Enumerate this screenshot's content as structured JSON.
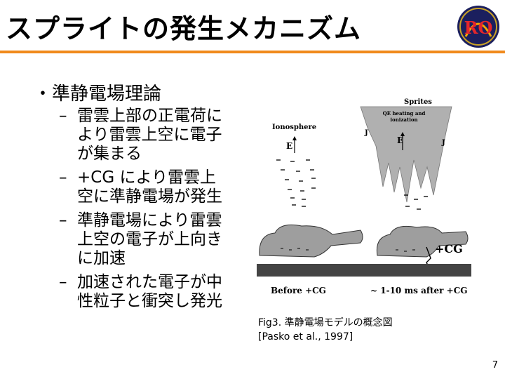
{
  "slide": {
    "title": "スプライトの発生メカニズム",
    "logo_text": "RO",
    "bullet": "準静電場理論",
    "sub_items": [
      [
        "雷雲上部の正電荷に",
        "より雷雲上空に電子",
        "が集まる"
      ],
      [
        "+CG により雷雲上",
        "空に準静電場が発生"
      ],
      [
        "準静電場により雷雲",
        "上空の電子が上向き",
        "に加速"
      ],
      [
        "加速された電子が中",
        "性粒子と衝突し発光"
      ]
    ],
    "page_number": "7"
  },
  "figure": {
    "label_ionosphere": "Ionosphere",
    "label_sprites": "Sprites",
    "label_heating_1": "QE heating and",
    "label_heating_2": "ionization",
    "label_e": "E",
    "label_plus_cg": "+CG",
    "label_before": "Before +CG",
    "label_after": "~ 1-10 ms after +CG",
    "label_j": "J",
    "caption_line1": "Fig3. 準静電場モデルの概念図",
    "caption_line2": "[Pasko et al., 1997]"
  },
  "colors": {
    "accent": "#F08A1C",
    "cloud_gray": "#9e9e9e",
    "sprite_gray": "#b0b0b0",
    "ground": "#444444"
  }
}
